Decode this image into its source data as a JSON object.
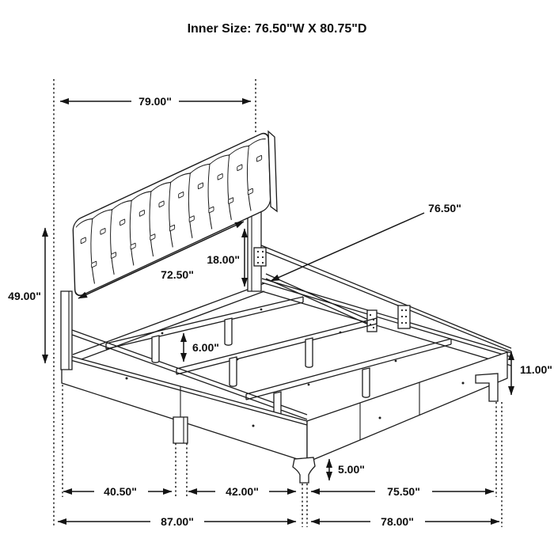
{
  "title": "Inner Size: 76.50\"W X 80.75\"D",
  "diagram": {
    "subject": "bed-frame-dimension-drawing",
    "dims": {
      "overall_width": "79.00\"",
      "upholstery_width": "72.50\"",
      "headboard_height": "49.00\"",
      "panel_height": "18.00\"",
      "inner_width": "76.50\"",
      "center_leg_height": "6.00\"",
      "rail_height": "11.00\"",
      "front_leg_height": "5.00\"",
      "span_headboard_to_leg": "40.50\"",
      "span_leg_to_leg": "42.00\"",
      "span_leg_to_foot": "75.50\"",
      "overall_depth": "87.00\"",
      "frame_depth": "78.00\""
    }
  }
}
